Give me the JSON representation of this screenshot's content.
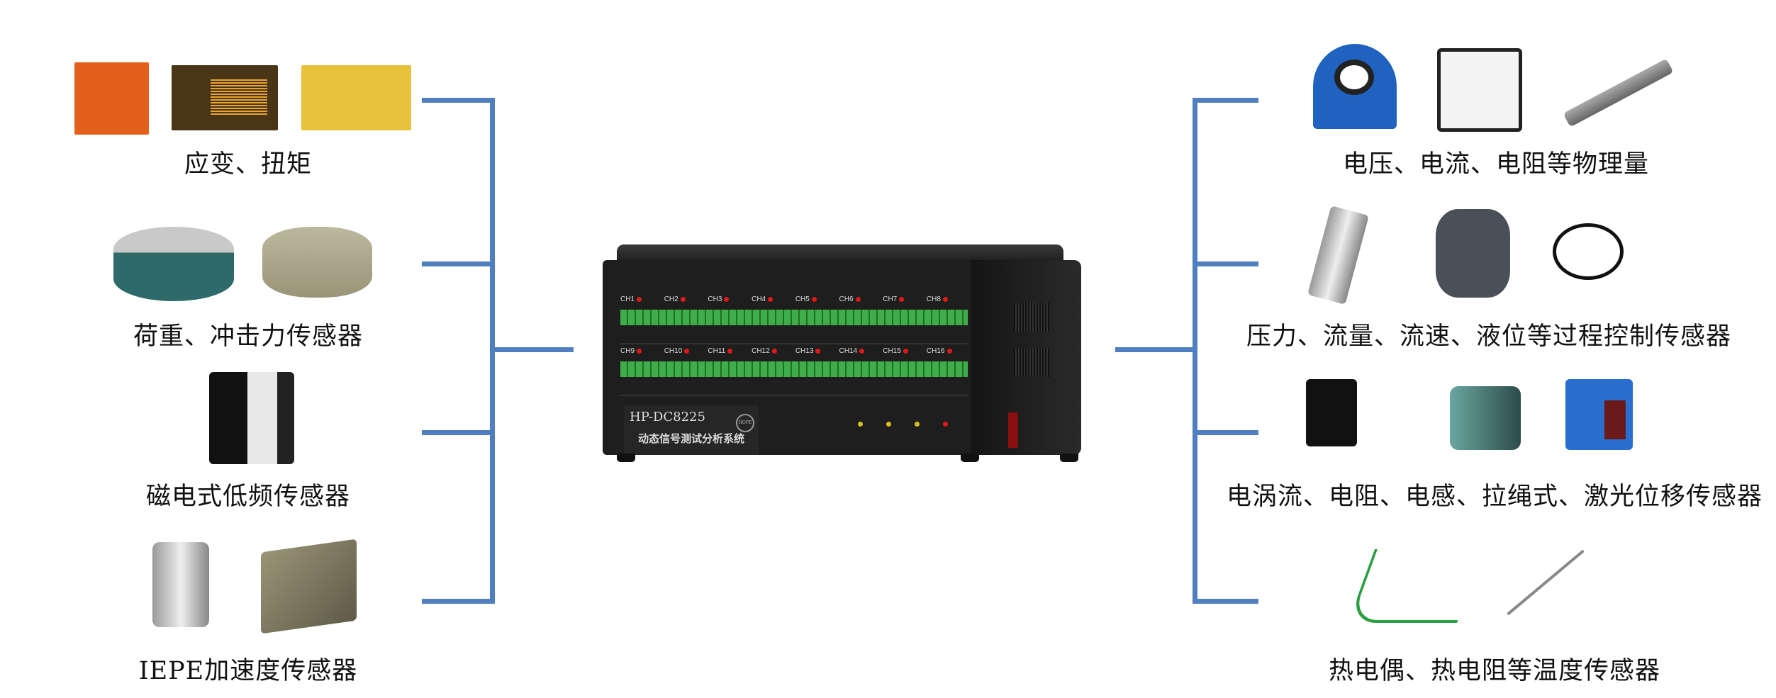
{
  "colors": {
    "connector": "#4f7fbf",
    "terminal": "#3fae4a",
    "led": "#e01818"
  },
  "left": [
    {
      "label": "应变、扭矩",
      "images": [
        "strain-rosette",
        "strain-gauge",
        "strain-gauge-wired"
      ]
    },
    {
      "label": "荷重、冲击力传感器",
      "images": [
        "load-cell",
        "load-cell-ring"
      ]
    },
    {
      "label": "磁电式低频传感器",
      "images": [
        "magnetoelectric-sensor"
      ]
    },
    {
      "label": "IEPE加速度传感器",
      "images": [
        "iepe-accelerometer",
        "triaxial-accelerometer"
      ]
    }
  ],
  "right": [
    {
      "label": "电压、电流、电阻等物理量",
      "images": [
        "current-sensor",
        "voltmeter",
        "linear-potentiometer"
      ]
    },
    {
      "label": "压力、流量、流速、液位等过程控制传感器",
      "images": [
        "pressure-transmitter",
        "flow-valve",
        "level-probe"
      ]
    },
    {
      "label": "电涡流、电阻、电感、拉绳式、激光位移传感器",
      "images": [
        "eddy-current-probe",
        "draw-wire-sensor",
        "laser-sensor"
      ]
    },
    {
      "label": "热电偶、热电阻等温度传感器",
      "images": [
        "thermocouple",
        "rtd-probe"
      ]
    }
  ],
  "device": {
    "model": "HP-DC8225",
    "name": "动态信号测试分析系统",
    "logo": "HOPE",
    "channels_row1": [
      "CH1",
      "CH2",
      "CH3",
      "CH4",
      "CH5",
      "CH6",
      "CH7",
      "CH8"
    ],
    "channels_row2": [
      "CH9",
      "CH10",
      "CH11",
      "CH12",
      "CH13",
      "CH14",
      "CH15",
      "CH16"
    ]
  }
}
